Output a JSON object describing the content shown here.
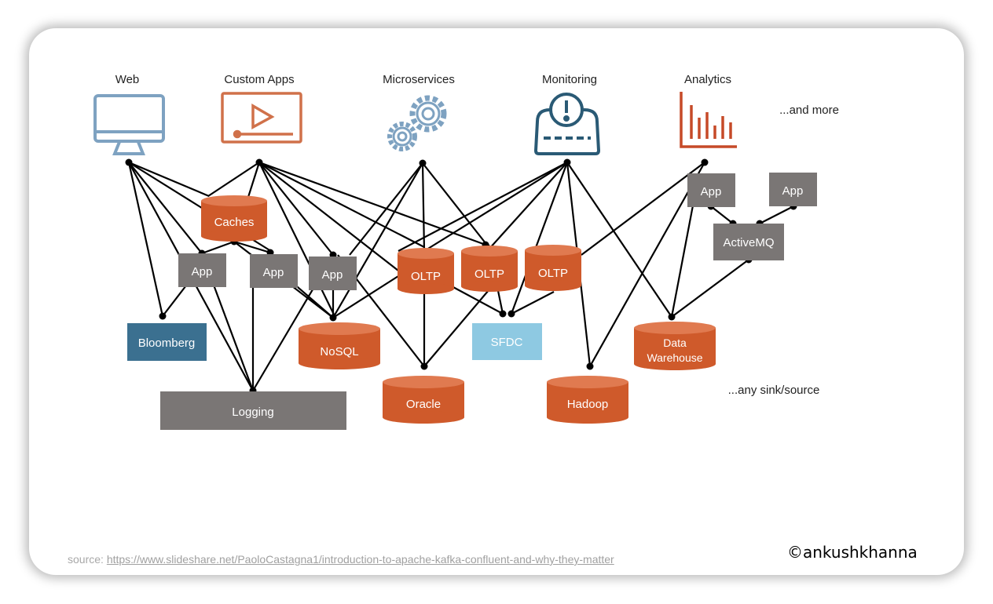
{
  "sources": {
    "web": "Web",
    "custom_apps": "Custom Apps",
    "microservices": "Microservices",
    "monitoring": "Monitoring",
    "analytics": "Analytics",
    "and_more": "...and more"
  },
  "nodes": {
    "caches": "Caches",
    "app": "App",
    "oltp": "OLTP",
    "activemq": "ActiveMQ",
    "bloomberg": "Bloomberg",
    "nosql": "NoSQL",
    "sfdc": "SFDC",
    "data_warehouse_line1": "Data",
    "data_warehouse_line2": "Warehouse",
    "logging": "Logging",
    "oracle": "Oracle",
    "hadoop": "Hadoop",
    "any_sink_source": "...any sink/source"
  },
  "colors": {
    "orange": "#cf5a2b",
    "gray": "#7a7675",
    "bloomberg_blue": "#3b7090",
    "sfdc_blue": "#8ec9e2",
    "web_icon": "#7ea2c1",
    "custom_apps_icon": "#d0714a",
    "microservices_icon": "#7ea2c1",
    "monitoring_icon": "#2a5a75",
    "analytics_icon": "#c64a28"
  },
  "footer": {
    "source_label": "source:",
    "source_link": "https://www.slideshare.net/PaoloCastagna1/introduction-to-apache-kafka-confluent-and-why-they-matter",
    "credit": "©ankushkhanna"
  }
}
